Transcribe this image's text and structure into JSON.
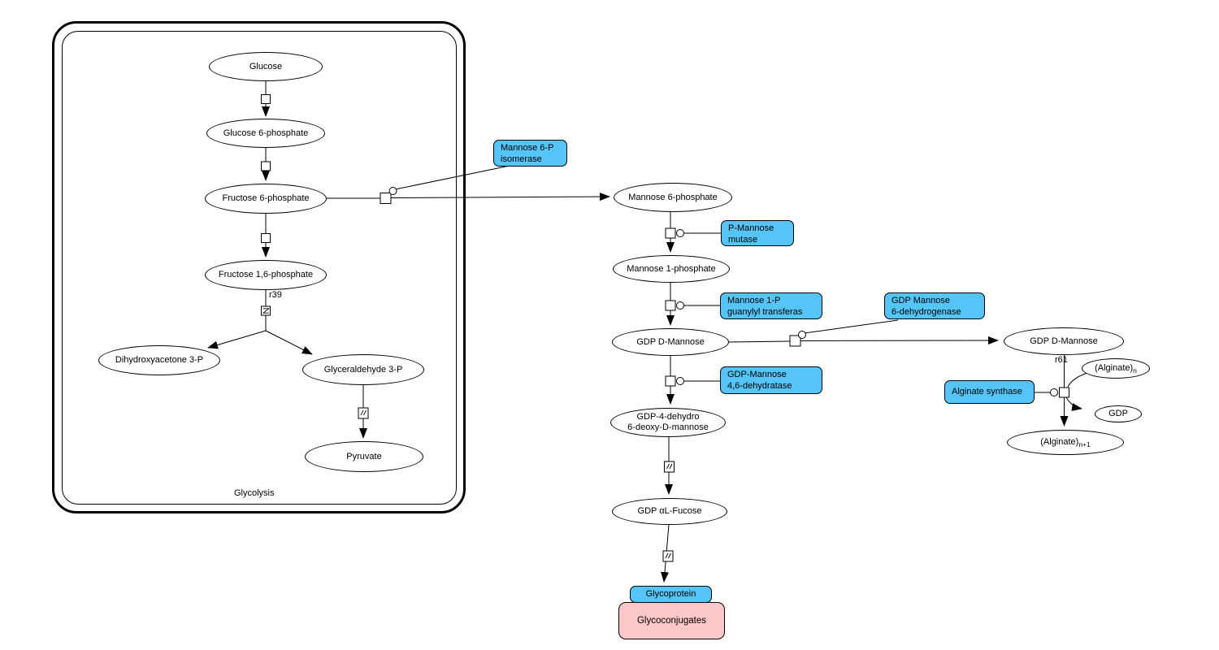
{
  "colors": {
    "enzyme_fill": "#55C5F7",
    "conjugate_fill": "#FAC8C8",
    "node_fill": "#FFFFFF",
    "line_color": "#000000"
  },
  "compartment": {
    "label": "Glycolysis"
  },
  "reactions": {
    "r39": "r39",
    "r61": "r61"
  },
  "species": {
    "glucose": "Glucose",
    "glucose_6_phosphate": "Glucose 6-phosphate",
    "fructose_6_phosphate": "Fructose 6-phosphate",
    "fructose_1_6_phosphate": "Fructose 1,6-phosphate",
    "dihydroxyacetone_3_p": "Dihydroxyacetone 3-P",
    "glyceraldehyde_3_p": "Glyceraldehyde 3-P",
    "pyruvate": "Pyruvate",
    "mannose_6_phosphate": "Mannose 6-phosphate",
    "mannose_1_phosphate": "Mannose 1-phosphate",
    "gdp_d_mannose": "GDP D-Mannose",
    "gdp_4_dehydro": {
      "line1": "GDP-4-dehydro",
      "line2": "6-deoxy-D-mannose"
    },
    "gdp_al_fucose": "GDP αL-Fucose",
    "gdp_d_mannose_right": "GDP D-Mannose",
    "alginate_n": {
      "base": "(Alginate)",
      "sub": "n"
    },
    "gdp": "GDP",
    "alginate_n1": {
      "base": "(Alginate)",
      "sub": "n+1"
    }
  },
  "enzymes": {
    "mannose_6p_isomerase": {
      "line1": "Mannose 6-P",
      "line2": "isomerase"
    },
    "p_mannose_mutase": {
      "line1": "P-Mannose",
      "line2": "mutase"
    },
    "mannose_1p_guanylyl_transferase": {
      "line1": "Mannose 1-P",
      "line2": "guanylyl transferas"
    },
    "gdp_mannose_6_dehydrogenase": {
      "line1": "GDP Mannose",
      "line2": "6-dehydrogenase"
    },
    "gdp_mannose_46_dehydratase": {
      "line1": "GDP-Mannose",
      "line2": "4,6-dehydratase"
    },
    "alginate_synthase": "Alginate synthase",
    "glycoprotein": "Glycoprotein"
  },
  "products": {
    "glycoconjugates": "Glycoconjugates"
  }
}
